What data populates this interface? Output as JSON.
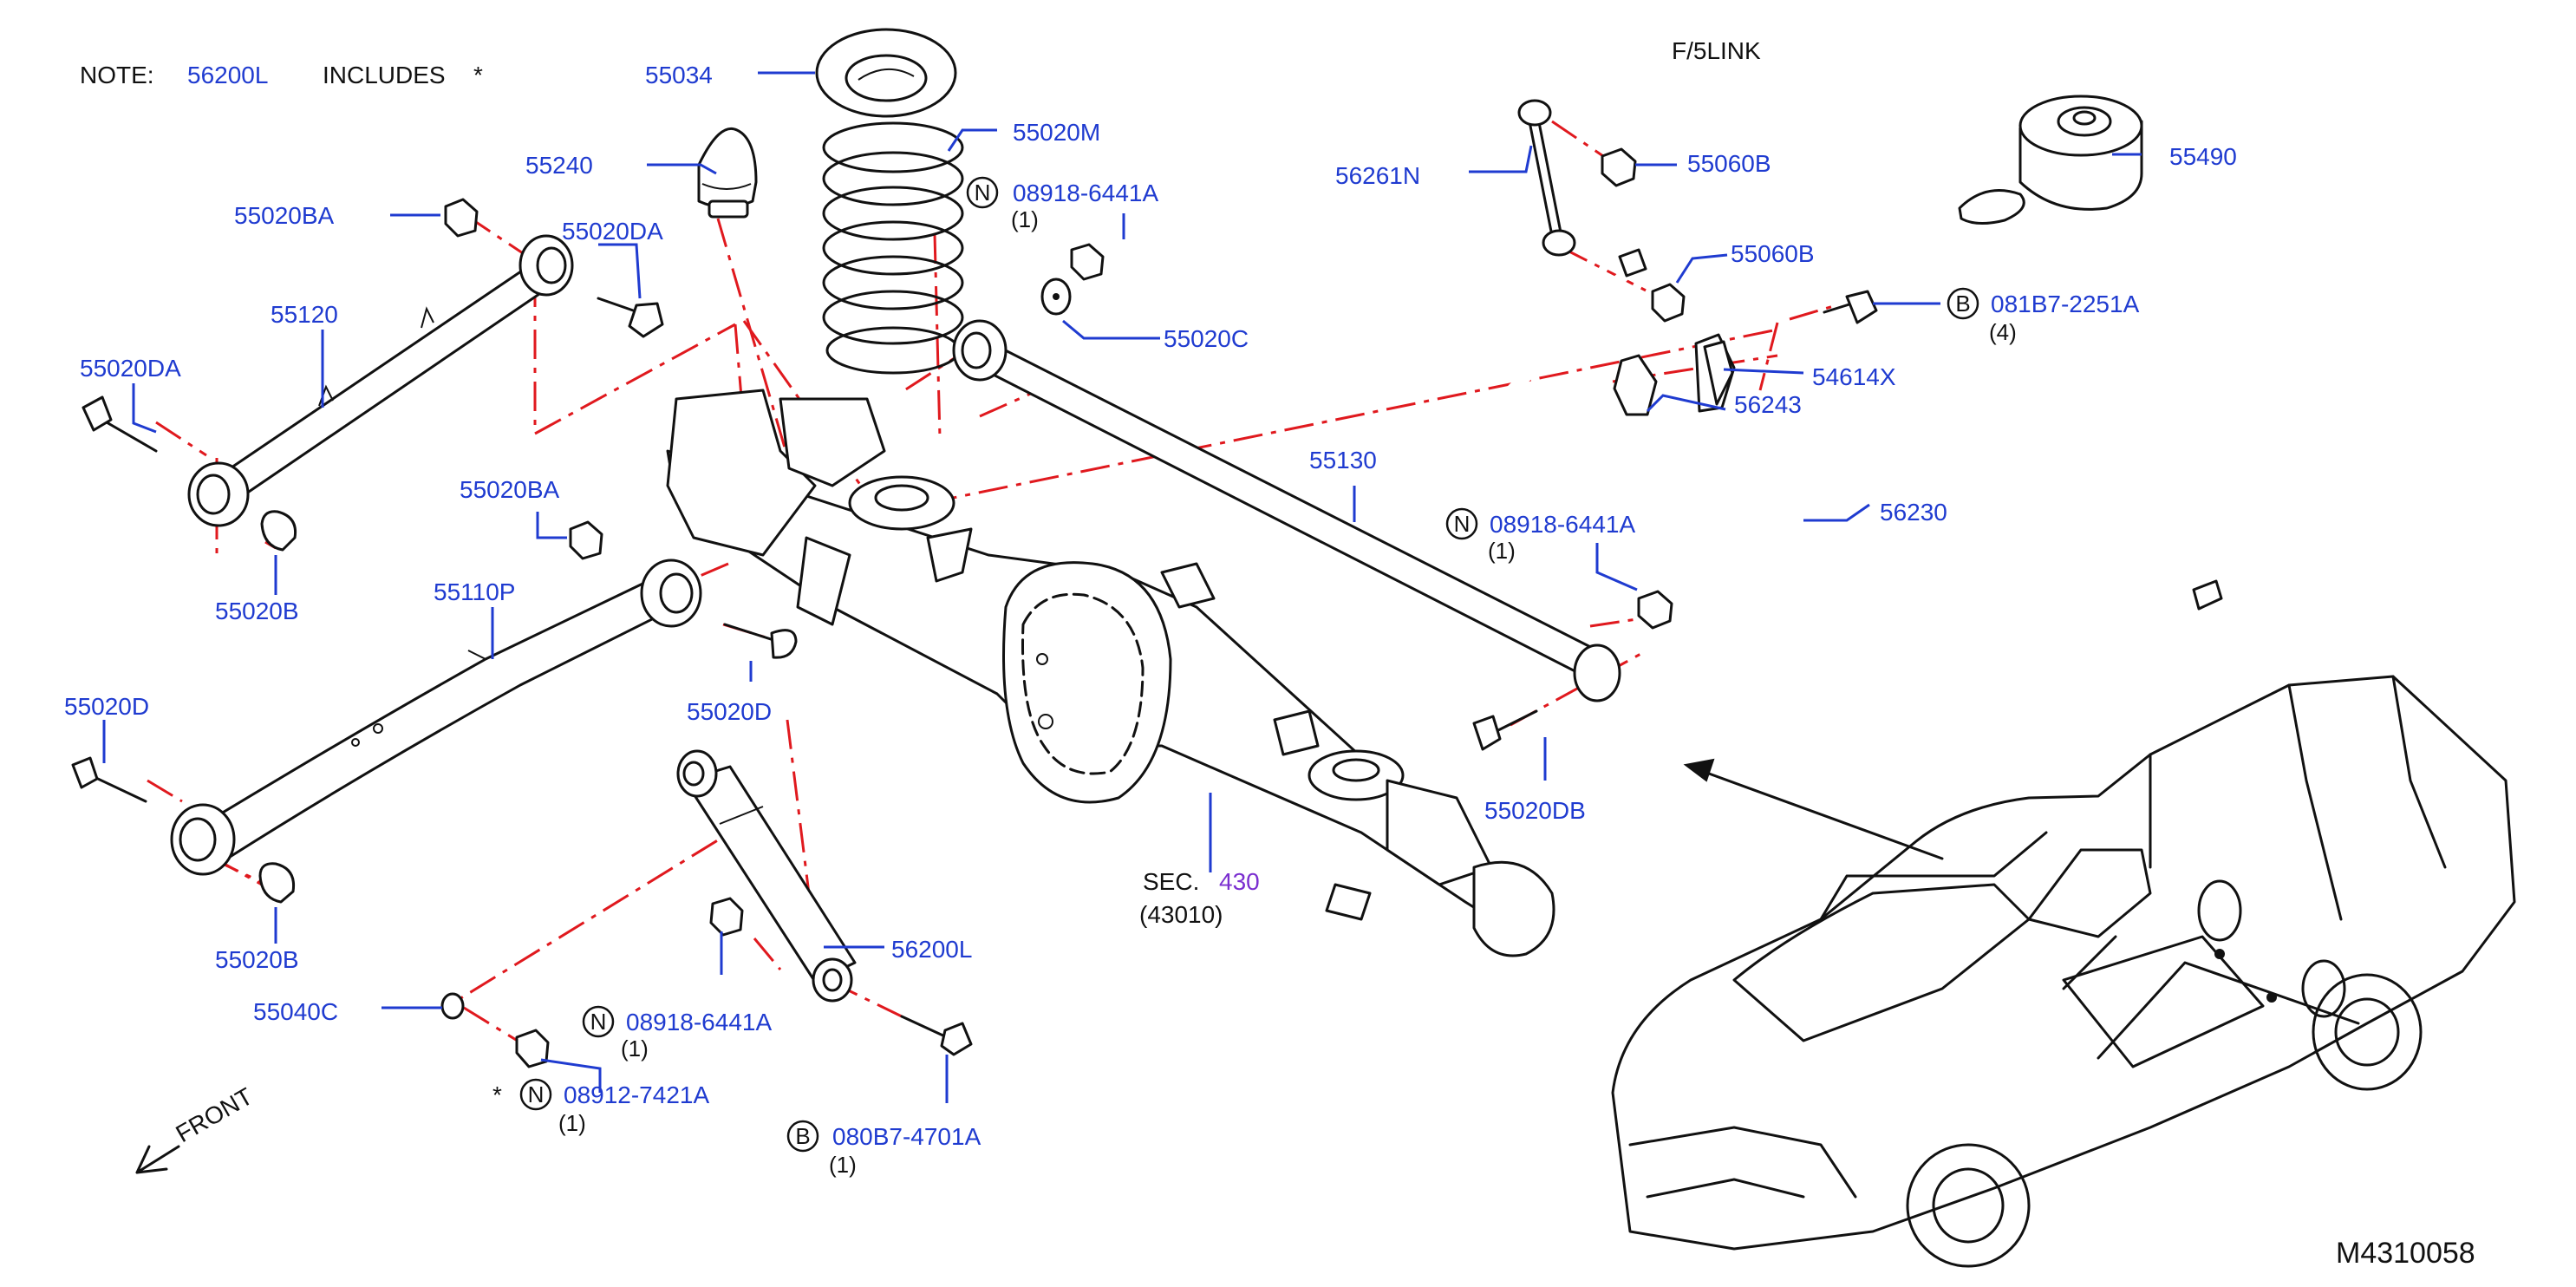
{
  "note": {
    "label": "NOTE:",
    "part": "56200L",
    "includes": "INCLUDES",
    "star": "*"
  },
  "variant": "F/5LINK",
  "section": {
    "prefix": "SEC.",
    "number": "430",
    "sub": "(43010)"
  },
  "diagram_id": "M4310058",
  "front_label": "FRONT",
  "symbols": {
    "N": "N",
    "B": "B"
  },
  "parts": {
    "p55034": "55034",
    "p55020M": "55020M",
    "p55240": "55240",
    "p55020BA_a": "55020BA",
    "p55020DA_a": "55020DA",
    "p55120": "55120",
    "p55020DA_b": "55020DA",
    "p55020B_a": "55020B",
    "p55020BA_b": "55020BA",
    "p55110P": "55110P",
    "p55020D_a": "55020D",
    "p55020D_b": "55020D",
    "p55020B_b": "55020B",
    "p55040C": "55040C",
    "p08918_a": "08918-6441A",
    "p08918_a_qty": "(1)",
    "p55020C": "55020C",
    "p55130": "55130",
    "p08918_b": "08918-6441A",
    "p08918_b_qty": "(1)",
    "p55020DB": "55020DB",
    "p56200L": "56200L",
    "p08918_c": "08918-6441A",
    "p08918_c_qty": "(1)",
    "p08912": "08912-7421A",
    "p08912_qty": "(1)",
    "p08912_star": "*",
    "p080B7": "080B7-4701A",
    "p080B7_qty": "(1)",
    "p56261N": "56261N",
    "p55060B_a": "55060B",
    "p55060B_b": "55060B",
    "p55490": "55490",
    "p081B7": "081B7-2251A",
    "p081B7_qty": "(4)",
    "p54614X": "54614X",
    "p56243": "56243",
    "p56230": "56230"
  },
  "colors": {
    "part_label": "#1f3bd0",
    "section_link": "#7b2fd0",
    "center_line": "#e0191e",
    "ink": "#111111"
  }
}
